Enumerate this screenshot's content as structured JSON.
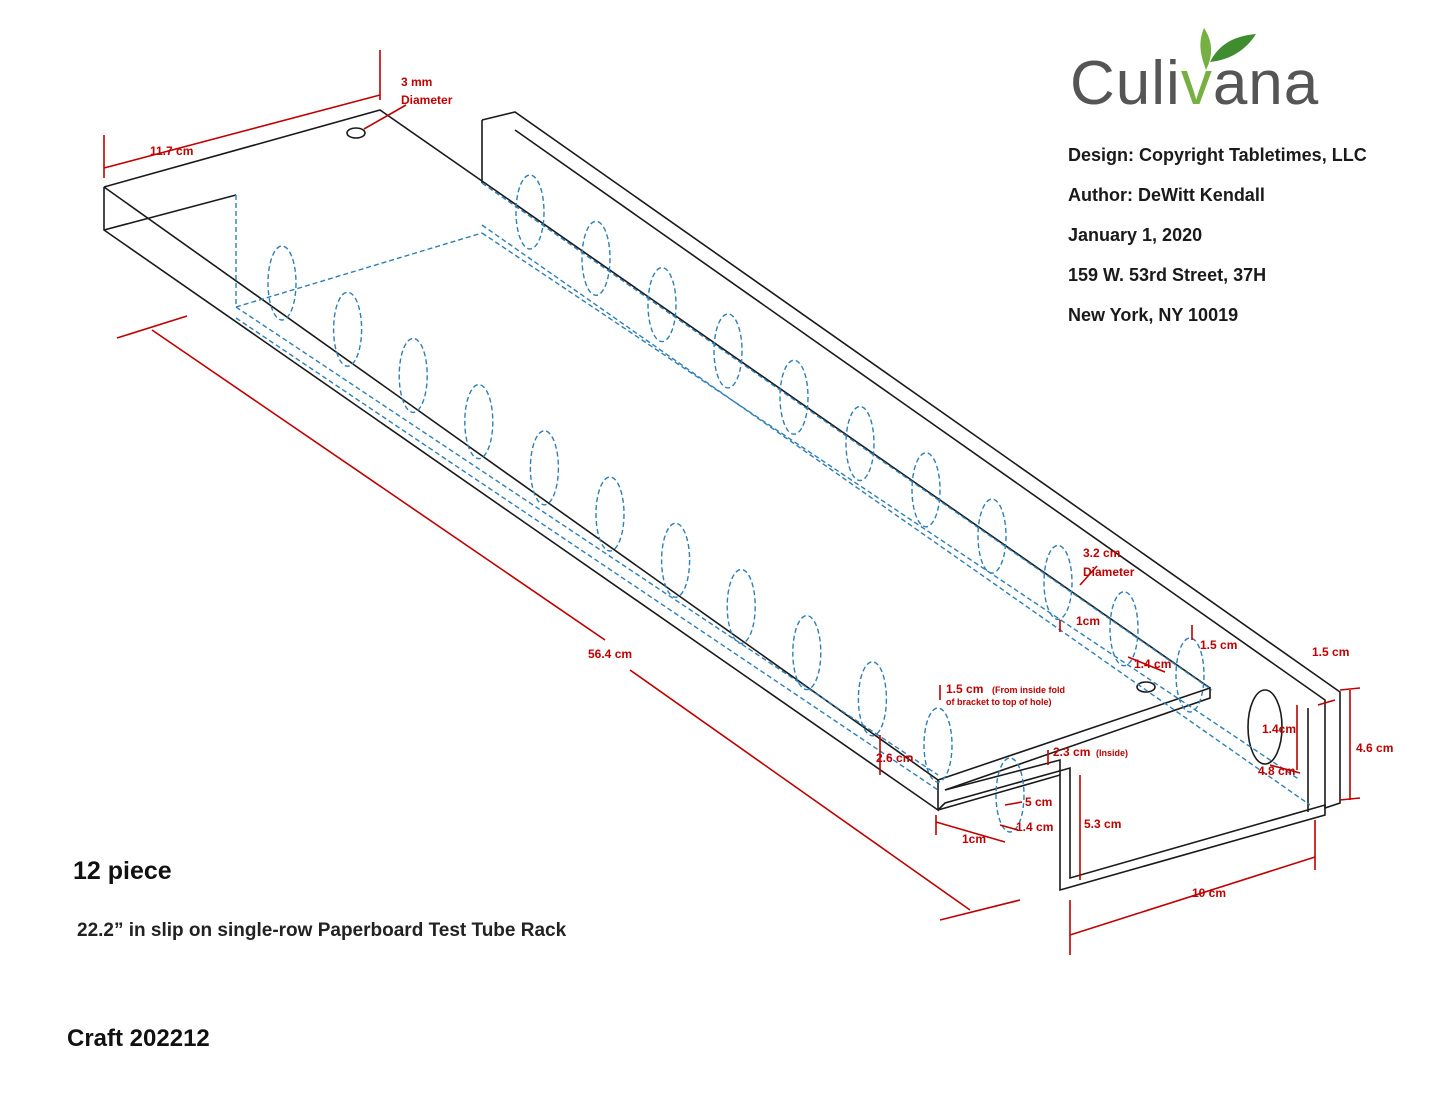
{
  "logo": {
    "text_left": "Culi",
    "text_accent": "v",
    "text_right": "ana",
    "brand_gray": "#555555",
    "brand_green": "#76b043",
    "icon": "leaf-icon"
  },
  "info": {
    "design": "Design: Copyright Tabletimes, LLC",
    "author": "Author: DeWitt Kendall",
    "date": "January 1, 2020",
    "address1": "159 W. 53rd Street, 37H",
    "address2": "New York, NY 10019"
  },
  "labels": {
    "pieces": "12 piece",
    "description": "22.2” in slip on single-row Paperboard Test Tube Rack",
    "craft": "Craft 202212"
  },
  "dimensions": {
    "width_top": "11.7 cm",
    "small_hole_1": "3 mm",
    "small_hole_2": "Diameter",
    "length": "56.4 cm",
    "big_hole_1": "3.2 cm",
    "big_hole_2": "Diameter",
    "spacing_1cm_top": "1cm",
    "hole_1_4_top": "1.4 cm",
    "fold_1_5_top": "1.5 cm",
    "fold_1_5_main": "1.5 cm",
    "fold_note_1": "(From inside fold",
    "fold_note_2": "of bracket to top of hole)",
    "flap_1_5": "1.5 cm",
    "side_1_4": "1.4cm",
    "height_4_6": "4.6 cm",
    "side_4_8": "4.8 cm",
    "dim_2_6": "2.6 cm",
    "inside_2_3": "2.3 cm",
    "inside_note": "(Inside)",
    "dim_5": "5 cm",
    "dim_1_4_bottom": "1.4 cm",
    "dim_1cm_bottom": "1cm",
    "height_5_3": "5.3 cm",
    "width_10": "10 cm"
  },
  "colors": {
    "outline": "#1a1a1a",
    "hidden": "#2f7fb5",
    "dimension": "#c00000"
  }
}
